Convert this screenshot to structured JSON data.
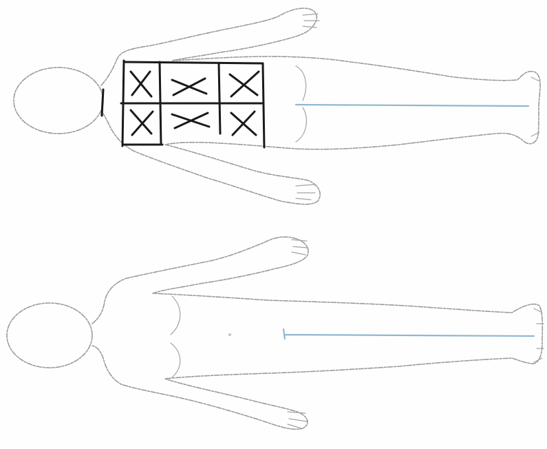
{
  "colors": {
    "outline": "#9a9a9a",
    "midline": "#8fb8cf",
    "ink": "#1a1a1a",
    "background": "#fefefe"
  },
  "figures": [
    {
      "view": "back",
      "marked_grid": {
        "rows": 2,
        "columns": 3,
        "marks": [
          "x",
          "x",
          "x",
          "x",
          "x",
          "x"
        ]
      }
    },
    {
      "view": "front",
      "marked_grid": null
    }
  ]
}
